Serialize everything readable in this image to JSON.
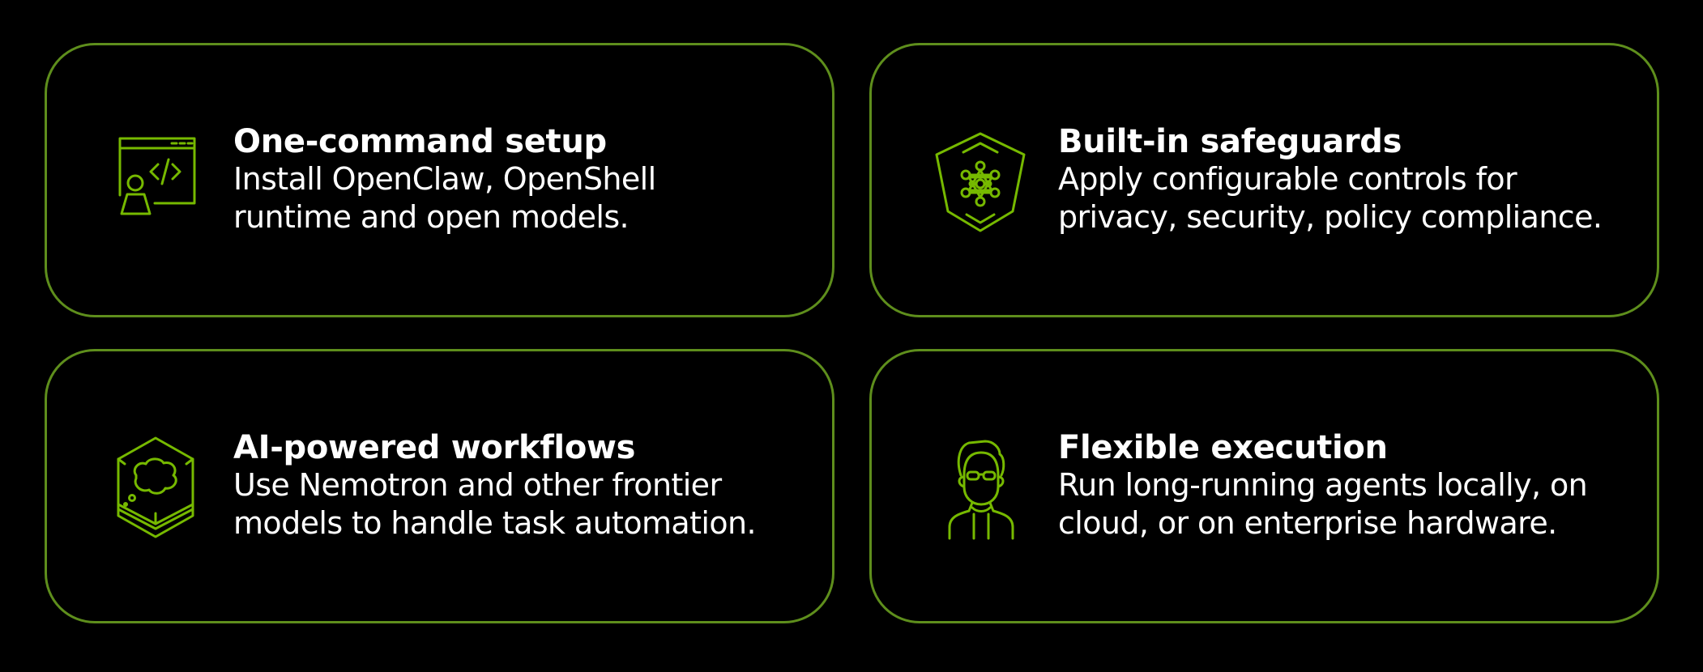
{
  "accent_color": "#76b900",
  "border_color": "#5e8e1c",
  "background_color": "#000000",
  "cards": [
    {
      "icon": "developer-code-screen-icon",
      "title": "One-command setup",
      "description_lines": [
        "Install OpenClaw, OpenShell",
        "runtime and open models."
      ]
    },
    {
      "icon": "shield-network-icon",
      "title": "Built-in safeguards",
      "description_lines": [
        "Apply configurable controls for",
        "privacy, security, policy compliance."
      ]
    },
    {
      "icon": "hexagon-thought-cloud-icon",
      "title": "AI-powered workflows",
      "description_lines": [
        "Use Nemotron and other frontier",
        "models to handle task automation."
      ]
    },
    {
      "icon": "person-with-glasses-icon",
      "title": "Flexible execution",
      "description_lines": [
        "Run long-running agents locally, on",
        "cloud, or on enterprise hardware."
      ]
    }
  ]
}
